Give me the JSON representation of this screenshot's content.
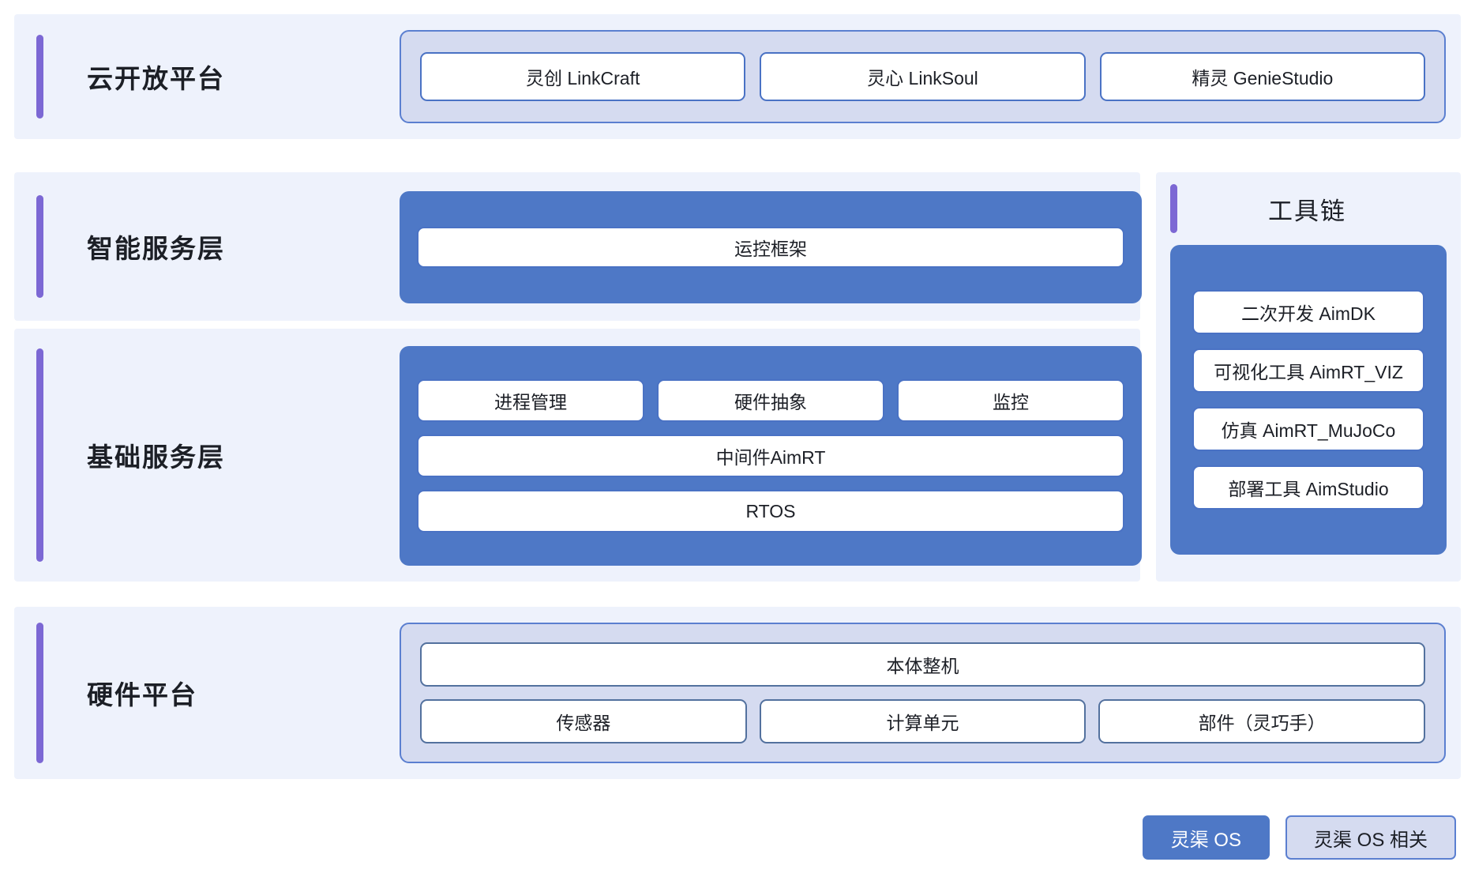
{
  "colors": {
    "band_background": "#eef2fc",
    "accent_purple": "#7c68d4",
    "core_blue": "#4e78c6",
    "related_lavender": "#d5dbf0",
    "chip_border_blue": "#4a72c4",
    "page_background": "#ffffff"
  },
  "rows": {
    "cloud": {
      "label": "云开放平台",
      "items": [
        {
          "label": "灵创 LinkCraft"
        },
        {
          "label": "灵心 LinkSoul"
        },
        {
          "label": "精灵 GenieStudio"
        }
      ]
    },
    "service": {
      "label": "智能服务层",
      "items": [
        {
          "label": "运控框架"
        }
      ]
    },
    "basic": {
      "label": "基础服务层",
      "top_items": [
        {
          "label": "进程管理"
        },
        {
          "label": "硬件抽象"
        },
        {
          "label": "监控"
        }
      ],
      "middle_item": {
        "label": "中间件AimRT"
      },
      "bottom_item": {
        "label": "RTOS"
      }
    },
    "hardware": {
      "label": "硬件平台",
      "main_item": {
        "label": "本体整机"
      },
      "sub_items": [
        {
          "label": "传感器"
        },
        {
          "label": "计算单元"
        },
        {
          "label": "部件（灵巧手）"
        }
      ]
    }
  },
  "toolchain": {
    "title": "工具链",
    "items": [
      {
        "label": "二次开发 AimDK"
      },
      {
        "label": "可视化工具 AimRT_VIZ"
      },
      {
        "label": "仿真 AimRT_MuJoCo"
      },
      {
        "label": "部署工具 AimStudio"
      }
    ]
  },
  "legend": {
    "items": [
      {
        "label": "灵渠 OS",
        "style": "solid"
      },
      {
        "label": "灵渠 OS 相关",
        "style": "outline"
      }
    ]
  }
}
